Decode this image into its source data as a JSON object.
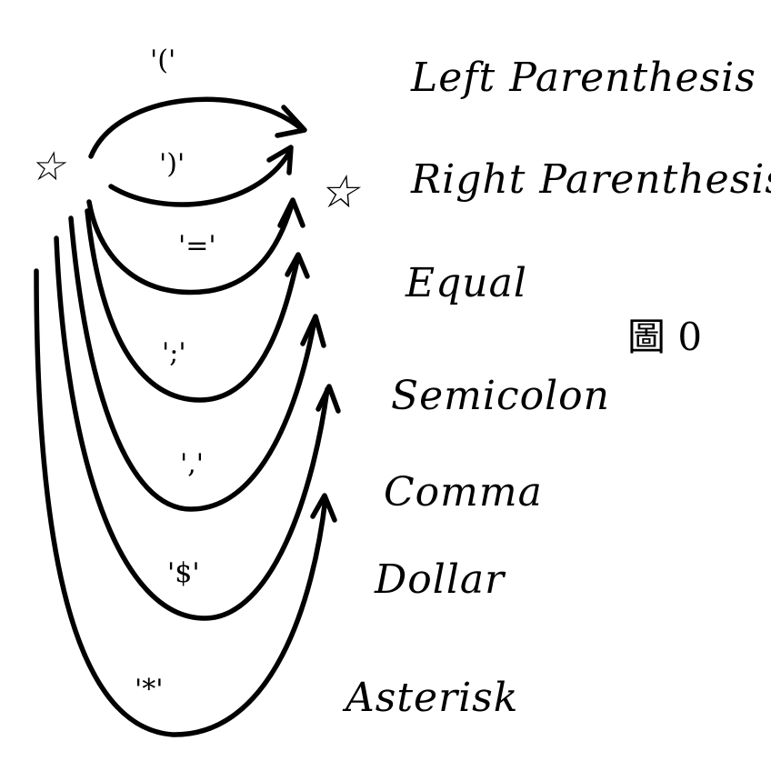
{
  "figure_label": "圖 0",
  "start_marker": "☆",
  "accept_marker": "☆",
  "states": [
    "Left Parenthesis",
    "Right Parenthesis",
    "Equal",
    "Semicolon",
    "Comma",
    "Dollar",
    "Asterisk"
  ],
  "transitions": [
    {
      "symbol": "'('",
      "target": "Left Parenthesis"
    },
    {
      "symbol": "')'",
      "target": "Right Parenthesis"
    },
    {
      "symbol": "'='",
      "target": "Equal"
    },
    {
      "symbol": "';'",
      "target": "Semicolon"
    },
    {
      "symbol": "','",
      "target": "Comma"
    },
    {
      "symbol": "'$'",
      "target": "Dollar"
    },
    {
      "symbol": "'*'",
      "target": "Asterisk"
    }
  ],
  "colors": {
    "ink": "#000000",
    "background": "#ffffff"
  }
}
